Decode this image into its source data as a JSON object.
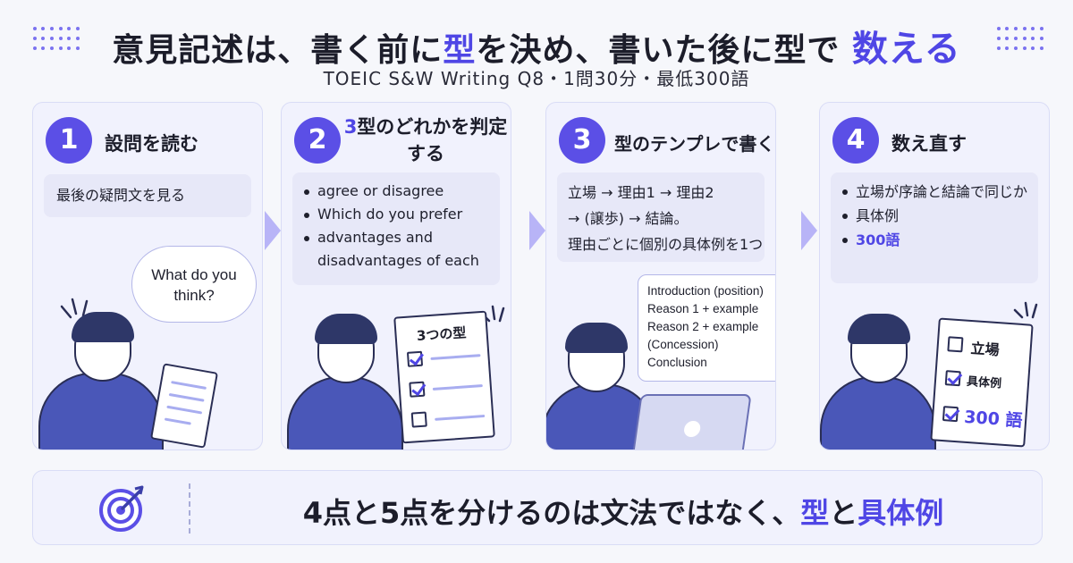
{
  "header": {
    "title_main": "意見記述は、書く前に",
    "title_hl1": "型",
    "title_mid": "を決め、書いた後に型で",
    "title_hl2": "数える",
    "subtitle": "TOEIC S&W Writing Q8・1問30分・最低300語"
  },
  "steps": [
    {
      "number": "1",
      "title": "設問を読む",
      "box_text": "最後の疑問文を見る",
      "bubble": "What do you think?"
    },
    {
      "number": "2",
      "title_hl": "3",
      "title_rest": "型のどれかを判定する",
      "bullets": [
        "agree or disagree",
        "Which do you prefer",
        "advantages and disadvantages of each"
      ],
      "card_title": "3つの型"
    },
    {
      "number": "3",
      "title": "型のテンプレで書く",
      "box_lines": [
        "立場 → 理由1 → 理由2",
        "→ (譲歩) → 結論。",
        "理由ごとに個別の具体例を1つ"
      ],
      "bubble_lines": [
        "Introduction (position)",
        "Reason 1 + example",
        "Reason 2 + example",
        "(Concession)",
        "Conclusion"
      ]
    },
    {
      "number": "4",
      "title": "数え直す",
      "bullets": [
        "立場が序論と結論で同じか",
        "具体例",
        "300語"
      ],
      "checklist": [
        "立場",
        "具体例",
        "300 語"
      ]
    }
  ],
  "banner": {
    "text_a": "4点と5点を分けるのは文法ではなく、",
    "hl1": "型",
    "text_b": "と",
    "hl2": "具体例",
    "icon": "target-icon"
  },
  "colors": {
    "accent": "#4f46e5",
    "panel": "#f1f2fd",
    "circle": "#5b4fe6"
  }
}
